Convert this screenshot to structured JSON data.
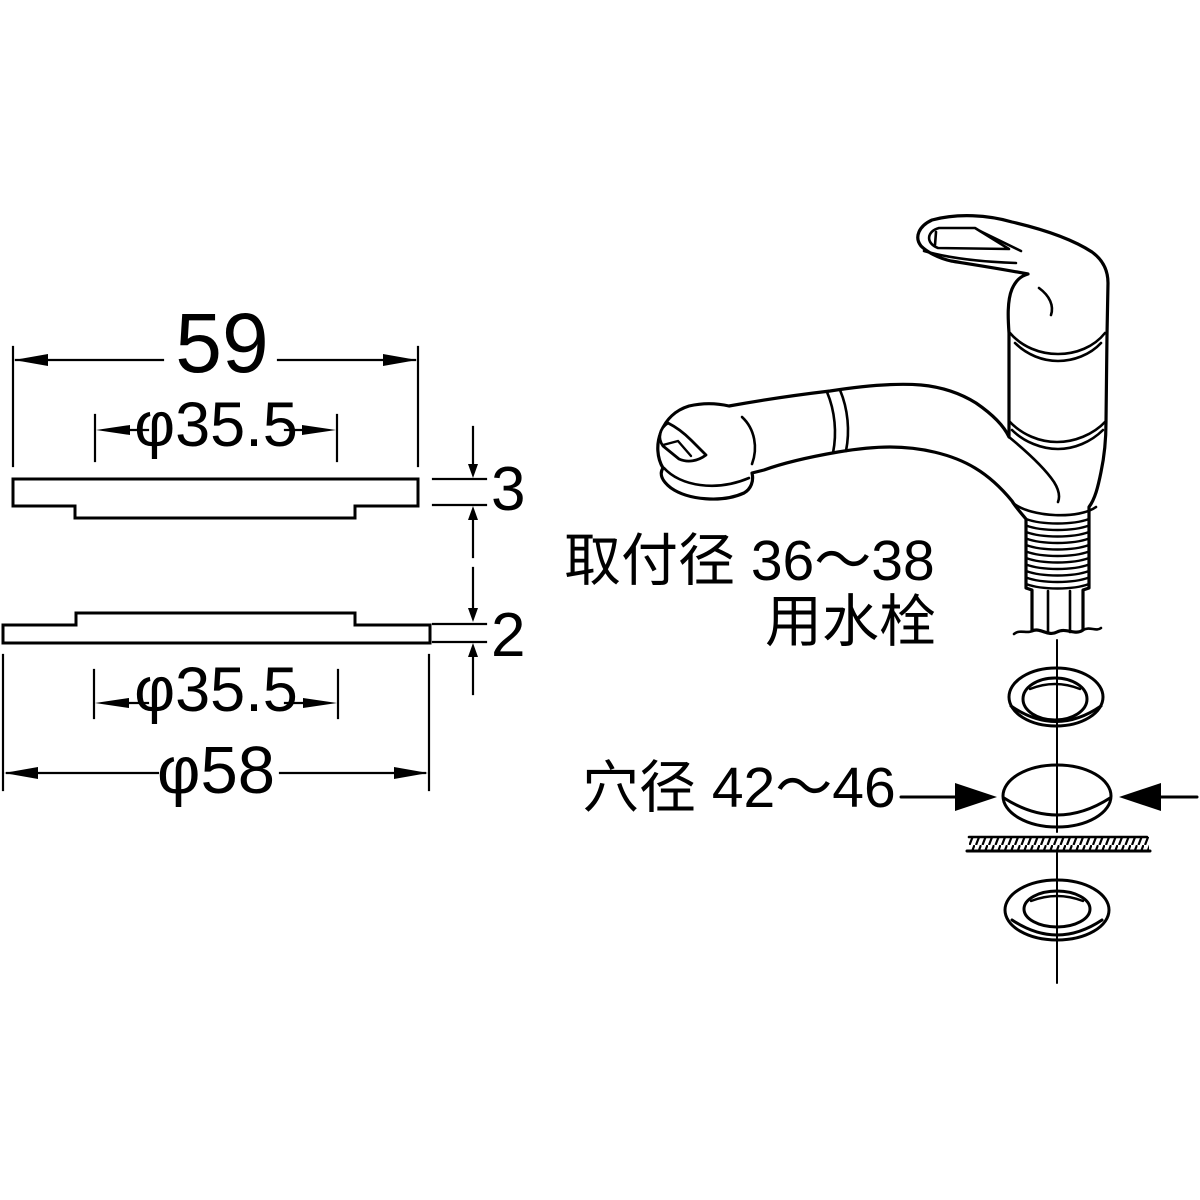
{
  "diagram": {
    "background_color": "#ffffff",
    "ink_color": "#000000",
    "left_view": {
      "top_gasket": {
        "width": "59",
        "inner_diameter": "φ35.5",
        "thickness": "3"
      },
      "bottom_gasket": {
        "inner_diameter": "φ35.5",
        "outer_diameter": "φ58",
        "thickness": "2"
      }
    },
    "right_view": {
      "faucet_label_line1": "取付径 36〜38",
      "faucet_label_line2": "用水栓",
      "hole_label": "穴径 42〜46"
    }
  }
}
